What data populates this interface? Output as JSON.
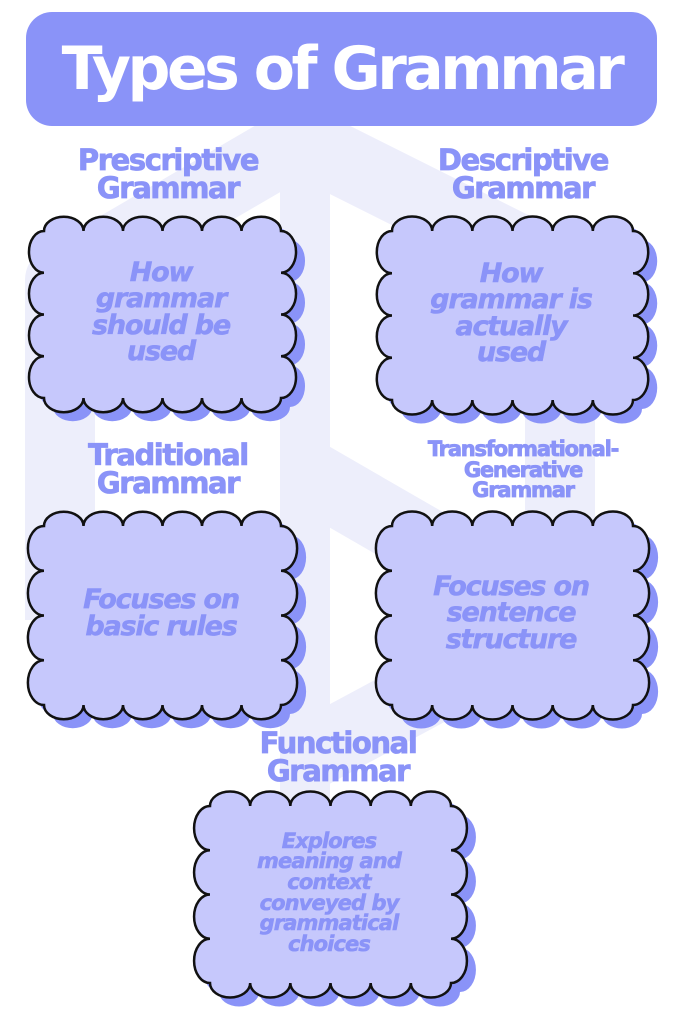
{
  "title": "Types of Grammar",
  "colors": {
    "accent": "#8a93f8",
    "card_fill": "#c6c8fc",
    "outline": "#111111",
    "shadow": "#8a93f8",
    "watermark": "#edeefb"
  },
  "types": [
    {
      "heading": [
        "Prescriptive",
        "Grammar"
      ],
      "description": [
        "How",
        "grammar",
        "should be",
        "used"
      ]
    },
    {
      "heading": [
        "Descriptive",
        "Grammar"
      ],
      "description": [
        "How",
        "grammar is",
        "actually",
        "used"
      ]
    },
    {
      "heading": [
        "Traditional",
        "Grammar"
      ],
      "description": [
        "Focuses on",
        "basic rules"
      ]
    },
    {
      "heading": [
        "Transformational-",
        "Generative",
        "Grammar"
      ],
      "description": [
        "Focuses on",
        "sentence",
        "structure"
      ]
    },
    {
      "heading": [
        "Functional",
        "Grammar"
      ],
      "description": [
        "Explores",
        "meaning and",
        "context",
        "conveyed by",
        "grammatical",
        "choices"
      ]
    }
  ]
}
